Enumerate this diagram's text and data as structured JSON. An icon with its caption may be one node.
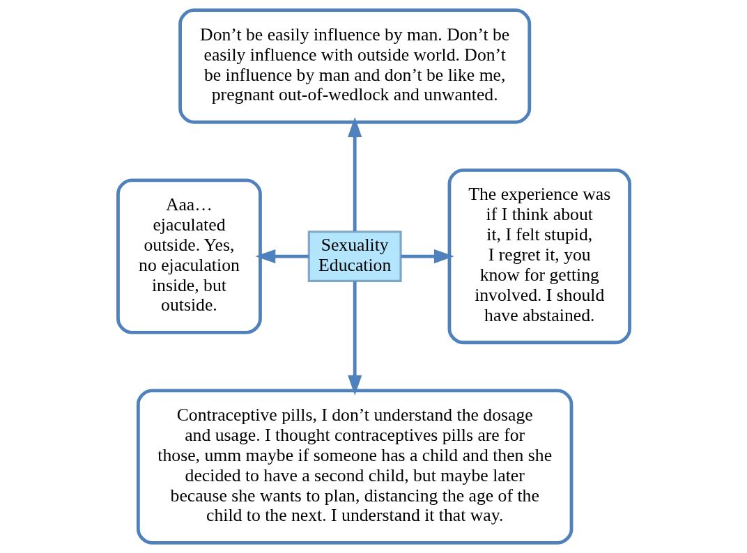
{
  "diagram": {
    "nodes": [
      {
        "text": [
          "Don’t be easily influence by man. Don’t be easily influence with outside world. Don’t be influence by man and don’t be like me, pregnant out-of-wedlock and unwanted."
        ]
      },
      {
        "text": [
          "Aaa… ejaculated outside. Yes, no ejaculation inside, but outside."
        ]
      },
      {
        "text": [
          "Sexuality Education"
        ]
      },
      {
        "text": [
          "The experience was if I think about it, I felt stupid, I regret it, you know for getting involved. I should have abstained."
        ]
      },
      {
        "text": [
          "Contraceptive pills, I don’t understand the dosage and usage. I thought contraceptives pills are for those, umm maybe if someone has a child and then she decided to have a second child, but maybe later because she wants to plan, distancing the age of the child to the next. I understand it that way."
        ]
      }
    ],
    "edges": [
      {
        "from": 2,
        "to": 0,
        "arrow": "to"
      },
      {
        "from": 2,
        "to": 1,
        "arrow": "to"
      },
      {
        "from": 2,
        "to": 3,
        "arrow": "to"
      },
      {
        "from": 2,
        "to": 4,
        "arrow": "to"
      }
    ]
  }
}
